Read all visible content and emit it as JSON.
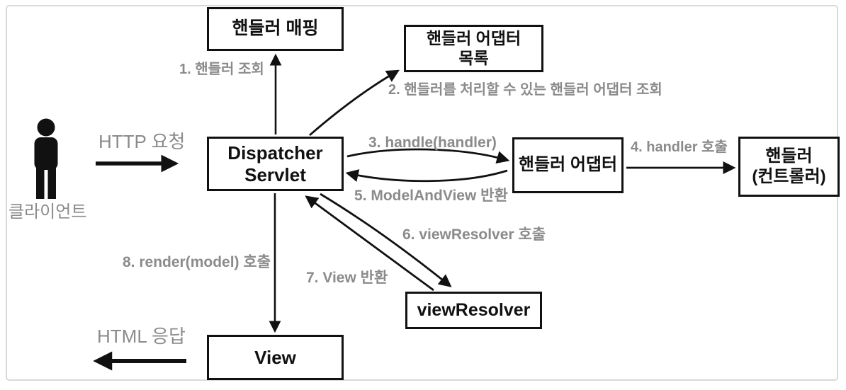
{
  "diagram": {
    "title_semantic": "Spring MVC DispatcherServlet request flow",
    "client": {
      "label": "클라이언트",
      "request_label": "HTTP 요청",
      "response_label": "HTML 응답"
    },
    "nodes": {
      "handler_mapping": "핸들러 매핑",
      "handler_adapter_list": "핸들러 어댑터\n목록",
      "dispatcher_servlet": "Dispatcher\nServlet",
      "handler_adapter": "핸들러 어댑터",
      "handler_controller": "핸들러\n(컨트롤러)",
      "view_resolver": "viewResolver",
      "view": "View"
    },
    "steps": [
      "1. 핸들러 조회",
      "2. 핸들러를 처리할 수 있는 핸들러 어댑터 조회",
      "3. handle(handler)",
      "4. handler 호출",
      "5. ModelAndView 반환",
      "6. viewResolver 호출",
      "7. View 반환",
      "8. render(model) 호출"
    ],
    "icons": {
      "person_icon": "standing person pictogram"
    },
    "colors": {
      "line_and_box": "#111111",
      "label_gray": "#8b8b8b",
      "frame_border": "#d9d9d9",
      "background": "#ffffff"
    }
  }
}
